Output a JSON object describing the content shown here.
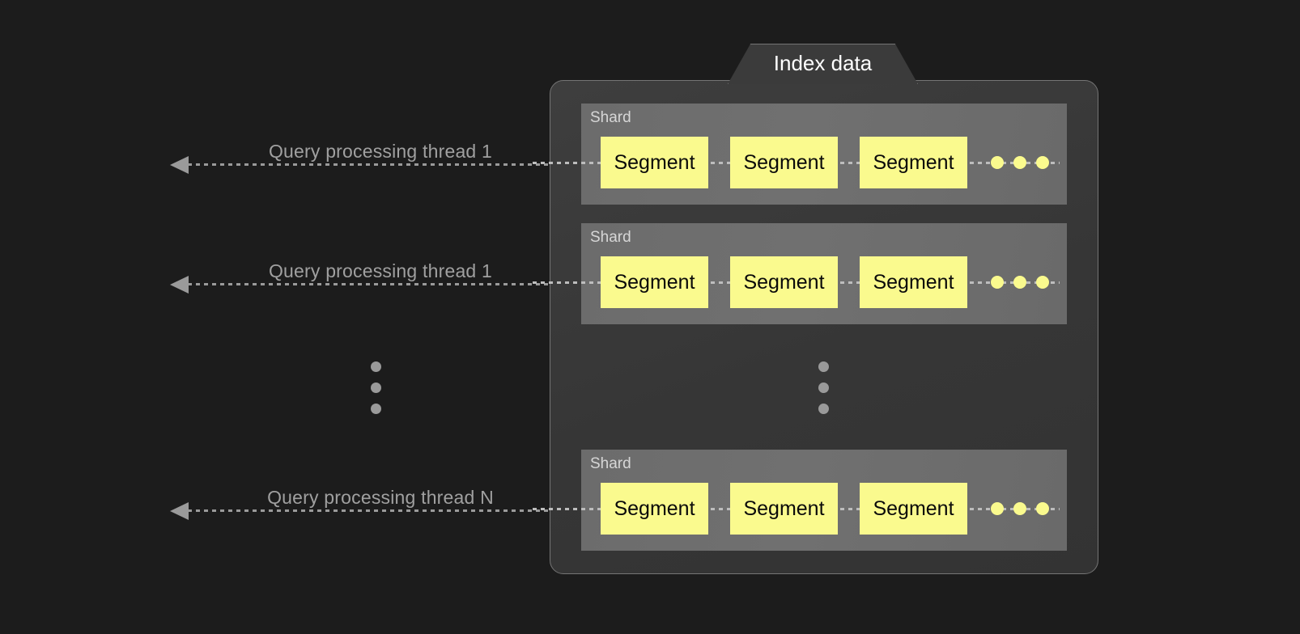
{
  "diagram": {
    "title": "Index data",
    "background_color": "#1c1c1c",
    "panel_color": "#3b3b3b",
    "shard_color": "#6e6e6e",
    "segment_color": "#fafa8e",
    "accent_text_color": "#a0a0a0"
  },
  "threads": [
    {
      "label": "Query processing thread 1"
    },
    {
      "label": "Query processing thread 1"
    },
    {
      "label": "Query processing thread N"
    }
  ],
  "shards": [
    {
      "label": "Shard",
      "segments": [
        {
          "label": "Segment"
        },
        {
          "label": "Segment"
        },
        {
          "label": "Segment"
        }
      ],
      "more_indicator": "three-dots"
    },
    {
      "label": "Shard",
      "segments": [
        {
          "label": "Segment"
        },
        {
          "label": "Segment"
        },
        {
          "label": "Segment"
        }
      ],
      "more_indicator": "three-dots"
    },
    {
      "label": "Shard",
      "segments": [
        {
          "label": "Segment"
        },
        {
          "label": "Segment"
        },
        {
          "label": "Segment"
        }
      ],
      "more_indicator": "three-dots"
    }
  ],
  "ellipsis": {
    "left_label": "vertical-ellipsis",
    "panel_label": "vertical-ellipsis"
  }
}
